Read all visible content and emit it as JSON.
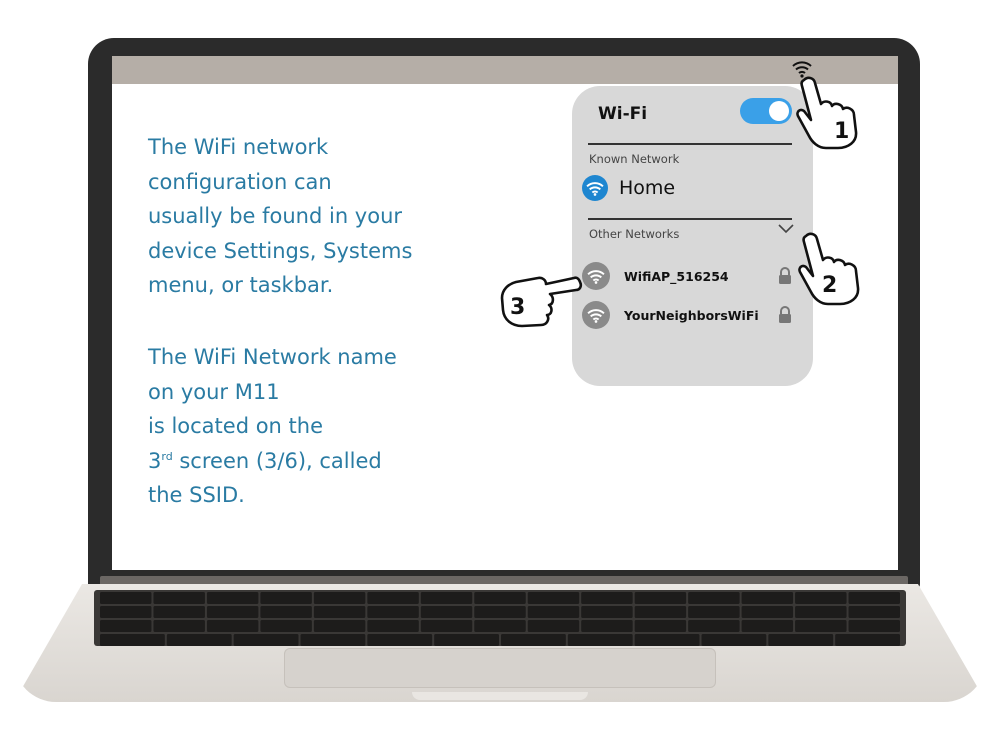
{
  "paragraphs": {
    "p1": "The WiFi network\nconfiguration can\nusually be found in your\ndevice Settings, Systems\nmenu, or taskbar.",
    "p2_a": "The WiFi Network name\non your M11\nis located on the\n3",
    "p2_sup": "rd",
    "p2_b": " screen (3/6), called\nthe SSID."
  },
  "wifi_panel": {
    "title": "Wi-Fi",
    "toggle_on": true,
    "known_label": "Known Network",
    "known_network": "Home",
    "other_label": "Other Networks",
    "networks": [
      {
        "name": "WifiAP_516254",
        "locked": true
      },
      {
        "name": "YourNeighborsWiFi",
        "locked": true
      }
    ]
  },
  "steps": [
    "1",
    "2",
    "3"
  ],
  "colors": {
    "text_accent": "#2a7ba3",
    "toggle": "#3aa0e8",
    "home_icon": "#1e86d0",
    "panel_bg": "#d8d8d8",
    "menubar": "#b5aea7"
  },
  "icons": [
    "wifi-icon",
    "lock-icon",
    "chevron-down-icon",
    "pointing-hand-icon"
  ]
}
